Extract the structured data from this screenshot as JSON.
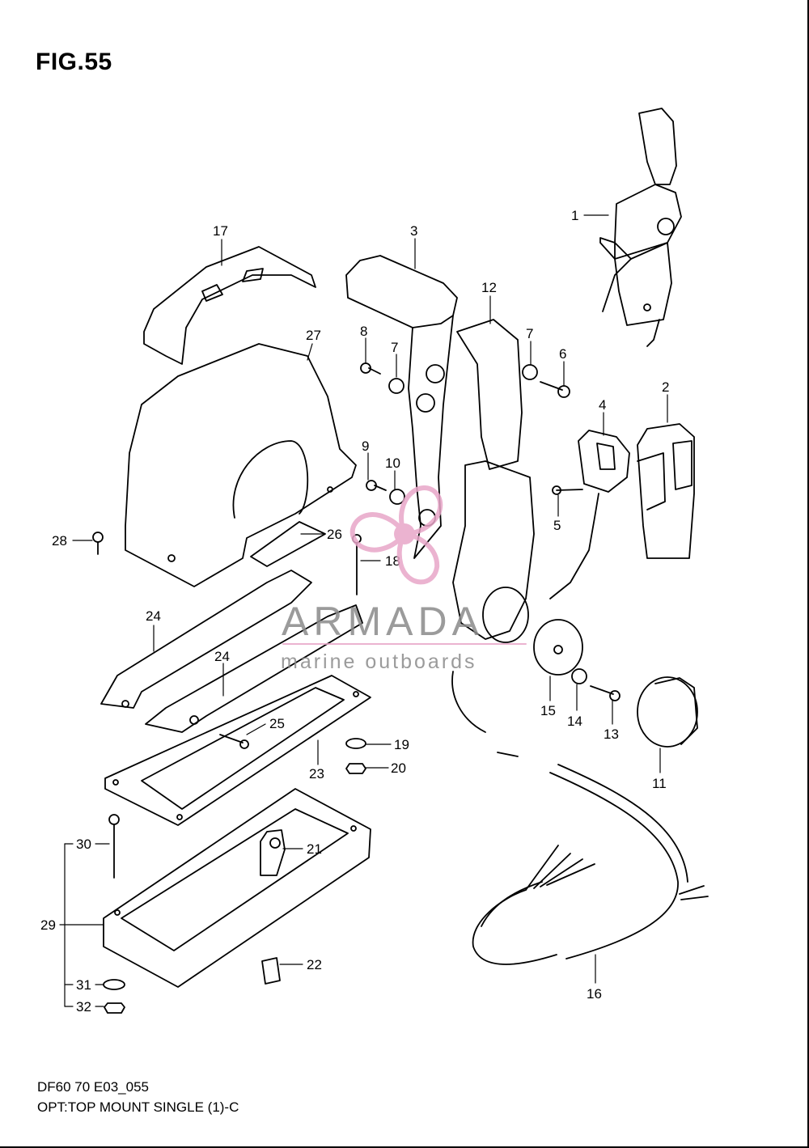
{
  "figure": {
    "title": "FIG.55",
    "code": "DF60 70 E03_055",
    "description": "OPT:TOP MOUNT SINGLE (1)-C"
  },
  "watermark": {
    "brand": "ARMADA",
    "tagline": "marine outboards",
    "logo_color": "#e8a6c8"
  },
  "callouts": [
    "1",
    "2",
    "3",
    "4",
    "5",
    "6",
    "7",
    "7",
    "8",
    "9",
    "10",
    "11",
    "12",
    "13",
    "14",
    "15",
    "16",
    "17",
    "18",
    "19",
    "20",
    "21",
    "22",
    "23",
    "24",
    "24",
    "25",
    "26",
    "27",
    "28",
    "29",
    "30",
    "31",
    "32"
  ]
}
